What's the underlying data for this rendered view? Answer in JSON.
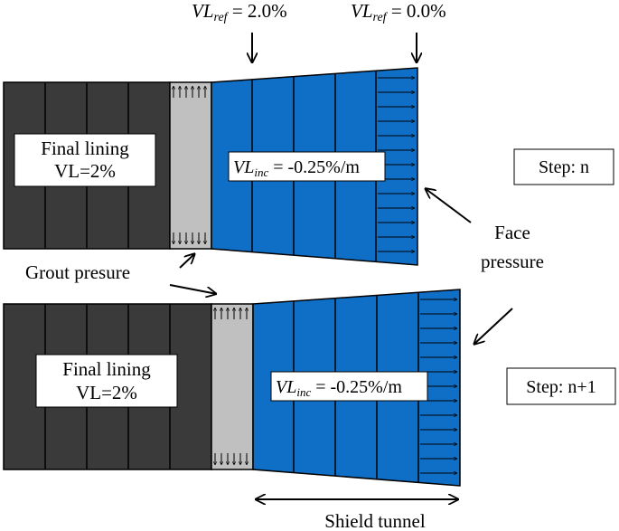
{
  "top_labels": {
    "ref_left": {
      "vl": "VL",
      "sub": "ref",
      "value": " = 2.0%"
    },
    "ref_right": {
      "vl": "VL",
      "sub": "ref",
      "value": " = 0.0%"
    }
  },
  "steps": [
    {
      "step_label": "Step: n",
      "lining_line1": "Final lining",
      "lining_line2": "VL=2%",
      "vl_inc": {
        "vl": "VL",
        "sub": "inc",
        "value": " = -0.25%/m"
      }
    },
    {
      "step_label": "Step: n+1",
      "lining_line1": "Final lining",
      "lining_line2": "VL=2%",
      "vl_inc": {
        "vl": "VL",
        "sub": "inc",
        "value": " = -0.25%/m"
      }
    }
  ],
  "grout_label": "Grout presure",
  "face_label_line1": "Face",
  "face_label_line2": "pressure",
  "shield_label": "Shield tunnel",
  "colors": {
    "lining": "#3a3a3a",
    "grout": "#c0c0c0",
    "shield": "#0f6fc6",
    "stroke": "#000000"
  }
}
